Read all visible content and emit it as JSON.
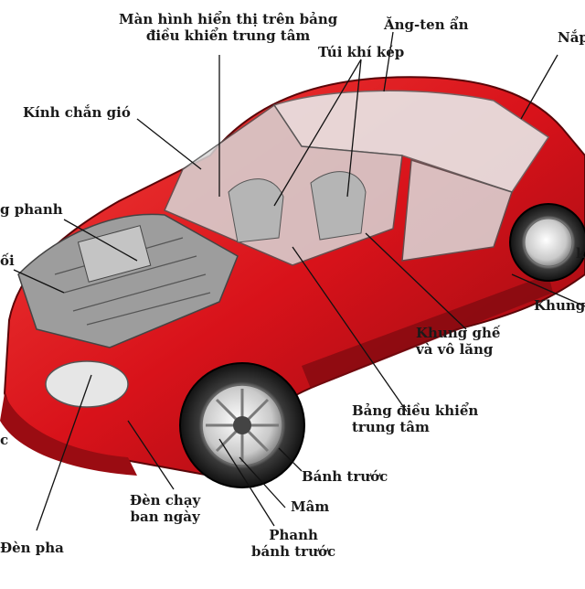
{
  "diagram": {
    "labels": {
      "dashboard_display": [
        "Màn hình hiển thị trên bảng",
        "điều khiển trung tâm"
      ],
      "hidden_antenna": "Ăng-ten ẩn",
      "roof": "Nắp",
      "dual_airbags": "Túi khí kép",
      "windshield": "Kính chắn gió",
      "brake": "g phanh",
      "left_partial": "ối",
      "right_partial": "k",
      "frame": "Khung",
      "seat_frame_steering": [
        "Khung ghế",
        "và vô lăng"
      ],
      "center_console": [
        "Bảng điều khiển",
        "trung tâm"
      ],
      "front_wheel": "Bánh trước",
      "rim": "Mâm",
      "daytime_lights": [
        "Đèn chạy",
        "ban ngày"
      ],
      "front_brake": [
        "Phanh",
        "bánh trước"
      ],
      "headlight": "Đèn pha",
      "left_edge_c": "c"
    },
    "colors": {
      "body_red": "#d8121a",
      "body_dark_red": "#8e0a10",
      "metal": "#a8a8a8",
      "line": "#111111"
    }
  }
}
